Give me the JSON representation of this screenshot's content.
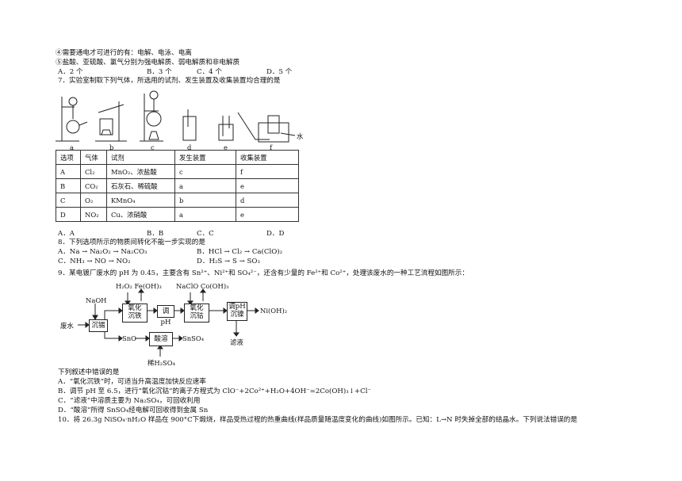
{
  "lines": {
    "l1": "④需要通电才可进行的有：电解、电泳、电离",
    "l2": "⑤盐酸、亚硫酸、氯气分别为强电解质、弱电解质和非电解质",
    "q6_opts": [
      "A．2 个",
      "B．3 个",
      "C．4 个",
      "D．5 个"
    ],
    "q7_stem": "7．实验室制取下列气体，所选用的试剂、发生装置及收集装置均合理的是",
    "apparatus_labels": [
      "a",
      "b",
      "c",
      "d",
      "e",
      "f"
    ],
    "water_label": "水",
    "table": {
      "header": [
        "选项",
        "气体",
        "试剂",
        "发生装置",
        "收集装置"
      ],
      "rows": [
        [
          "A",
          "Cl₂",
          "MnO₂、浓盐酸",
          "c",
          "f"
        ],
        [
          "B",
          "CO₂",
          "石灰石、稀硫酸",
          "a",
          "e"
        ],
        [
          "C",
          "O₂",
          "KMnO₄",
          "b",
          "d"
        ],
        [
          "D",
          "NO₂",
          "Cu、浓硝酸",
          "a",
          "e"
        ]
      ]
    },
    "q7_opts": [
      "A．A",
      "B．B",
      "C．C",
      "D．D"
    ],
    "q8_stem": "8．下列选项所示的物质间转化不能一步实现的是",
    "q8_opts": [
      "A．Na → Na₂O₂ → Na₂CO₃",
      "B．HCl → Cl₂ → Ca(ClO)₂",
      "C．NH₃ → NO → NO₂",
      "D．H₂S → S → SO₃"
    ],
    "q9_stem": "9．某电镀厂废水的 pH 为 0.45，主要含有 Sn²⁺、Ni²⁺和 SO₄²⁻，还含有少量的 Fe²⁺和 Co²⁺，处理该废水的一种工艺流程如图所示：",
    "flow": {
      "naoh": "NaOH",
      "h2o2": "H₂O₂ Fe(OH)₃",
      "naclo": "NaClO Co(OH)₃",
      "feishui": "废水",
      "chenxi": "沉锡",
      "yanghua_tie": "氧化\n沉铁",
      "tiaoph": "调pH",
      "yanghua_gu": "氧化\n沉钴",
      "tiaoph_nie": "调pH\n沉镍",
      "nioh2": "Ni(OH)₂",
      "lvye": "滤液",
      "sno": "SnO",
      "suanrong": "酸溶",
      "snso4": "SnSO₄",
      "h2so4": "稀H₂SO₄"
    },
    "q9_q": "下列叙述中错误的是",
    "q9_A": "A．“氧化沉铁”时，可适当升高温度加快反应速率",
    "q9_B": "B．调节 pH 至 6.5，进行“氧化沉钴”的离子方程式为 ClO⁻+2Co²⁺+H₂O+4OH⁻=2Co(OH)₃↓+Cl⁻",
    "q9_C": "C．“滤液”中溶质主要为 Na₂SO₄，可回收利用",
    "q9_D": "D．“酸溶”所得 SnSO₄经电解可回收得到金属 Sn",
    "q10": "10．将 26.3g NiSO₄·nH₂O 样品在 900°C下煅烧，样品受热过程的热重曲线(样品质量随温度变化的曲线)如图所示。已知：L→N 时失掉全部的结晶水。下列说法错误的是"
  }
}
